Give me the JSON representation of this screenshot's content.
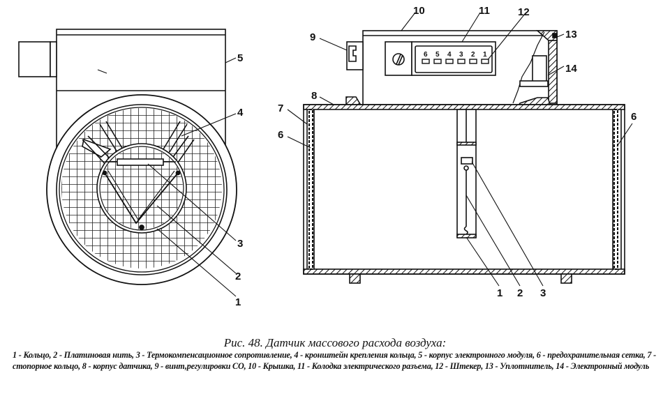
{
  "figure": {
    "title": "Рис. 48. Датчик массового расхода воздуха:",
    "legend": [
      {
        "num": "1",
        "text": "Кольцо"
      },
      {
        "num": "2",
        "text": "Платиновая нить"
      },
      {
        "num": "3",
        "text": "Термокомпенсационное сопротивление"
      },
      {
        "num": "4",
        "text": "кронштейн крепления кольца"
      },
      {
        "num": "5",
        "text": "корпус электронного модуля"
      },
      {
        "num": "6",
        "text": "предохранительная сетка"
      },
      {
        "num": "7",
        "text": "стопорное кольцо"
      },
      {
        "num": "8",
        "text": "корпус датчика"
      },
      {
        "num": "9",
        "text": "винт,регулировки СО"
      },
      {
        "num": "10",
        "text": "Крышка"
      },
      {
        "num": "11",
        "text": "Колодка электрического разъема"
      },
      {
        "num": "12",
        "text": "Штекер"
      },
      {
        "num": "13",
        "text": "Уплотнитель"
      },
      {
        "num": "14",
        "text": "Электронный модуль"
      }
    ],
    "caption_text": "1 - Кольцо, 2 - Платиновая нить, 3 - Термокомпенсационное сопротивление, 4 - кронштейн крепления кольца, 5 - корпус электронного модуля, 6 - предохранительная сетка, 7 - стопорное кольцо, 8 - корпус датчика, 9 - винт,регулировки СО, 10 - Крышка, 11 - Колодка электрического разъема, 12 - Штекер, 13 - Уплотнитель, 14 - Электронный модуль"
  },
  "front_view": {
    "callouts": [
      "5",
      "4",
      "3",
      "2",
      "1"
    ]
  },
  "side_view": {
    "callouts": [
      "10",
      "11",
      "12",
      "13",
      "9",
      "14",
      "8",
      "7",
      "6",
      "6",
      "1",
      "2",
      "3"
    ],
    "connector_pins": [
      "6",
      "5",
      "4",
      "3",
      "2",
      "1"
    ]
  }
}
